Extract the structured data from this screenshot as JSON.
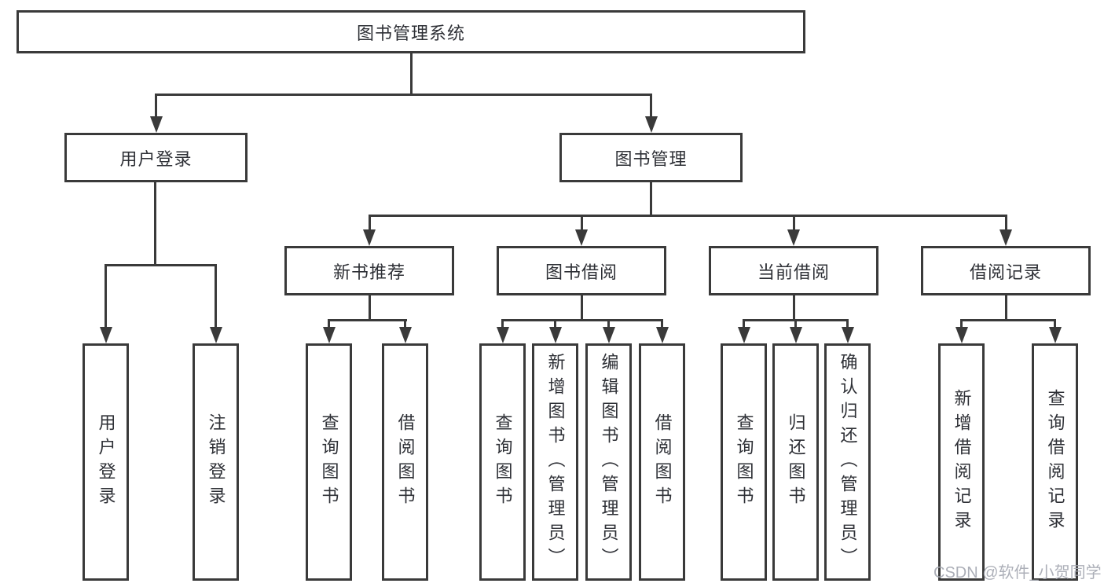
{
  "tree": {
    "label": "图书管理系统",
    "children": [
      {
        "label": "用户登录",
        "children": [
          {
            "label": "用户登录"
          },
          {
            "label": "注销登录"
          }
        ]
      },
      {
        "label": "图书管理",
        "children": [
          {
            "label": "新书推荐",
            "children": [
              {
                "label": "查询图书"
              },
              {
                "label": "借阅图书"
              }
            ]
          },
          {
            "label": "图书借阅",
            "children": [
              {
                "label": "查询图书"
              },
              {
                "label": "新增图书（管理员）"
              },
              {
                "label": "编辑图书（管理员）"
              },
              {
                "label": "借阅图书"
              }
            ]
          },
          {
            "label": "当前借阅",
            "children": [
              {
                "label": "查询图书"
              },
              {
                "label": "归还图书"
              },
              {
                "label": "确认归还（管理员）"
              }
            ]
          },
          {
            "label": "借阅记录",
            "children": [
              {
                "label": "新增借阅记录"
              },
              {
                "label": "查询借阅记录"
              }
            ]
          }
        ]
      }
    ]
  },
  "watermark": {
    "text": "CSDN @软件_小贺同学"
  },
  "colors": {
    "line": "#3a3a3a",
    "text": "#2e3036",
    "watermark": "#a6a9b2",
    "background": "#ffffff"
  }
}
